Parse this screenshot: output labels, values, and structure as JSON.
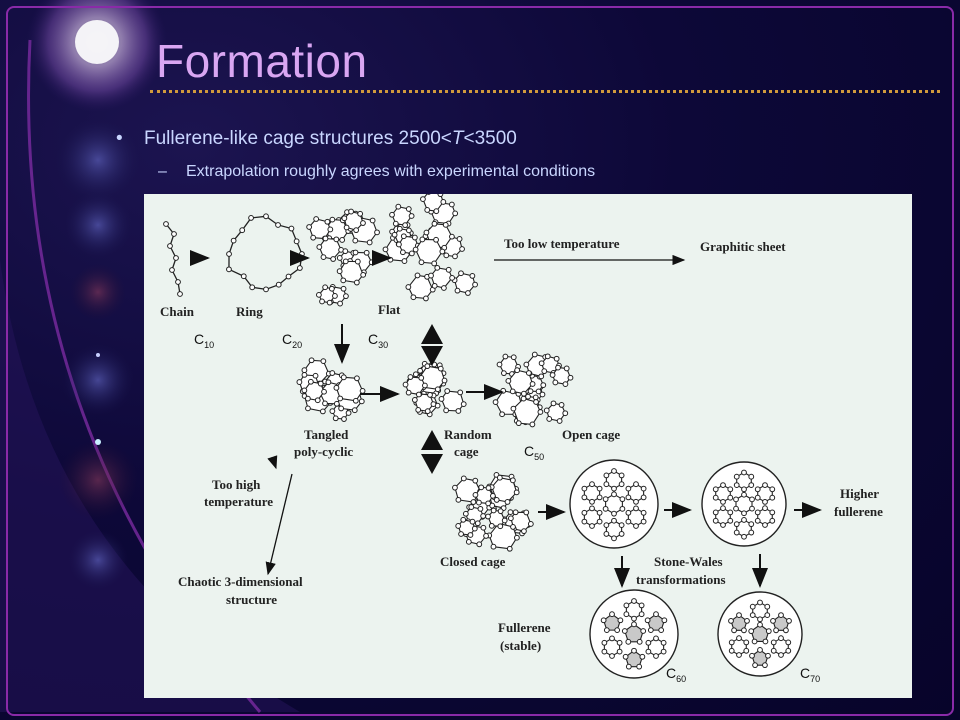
{
  "slide": {
    "title": "Formation",
    "bullet_main": "Fullerene-like cage structures  2500<",
    "bullet_main_var": "T",
    "bullet_main_tail": "<3500",
    "bullet_sub": "Extrapolation roughly agrees with experimental conditions"
  },
  "figure": {
    "chain": "Chain",
    "ring": "Ring",
    "flat": "Flat",
    "c10": "C10",
    "c20": "C20",
    "c30": "C30",
    "too_low": "Too low temperature",
    "graphitic_sheet": "Graphitic sheet",
    "tangled_1": "Tangled",
    "tangled_2": "poly-cyclic",
    "random_1": "Random",
    "random_2": "cage",
    "c50": "C50",
    "open_cage": "Open cage",
    "too_high_1": "Too high",
    "too_high_2": "temperature",
    "closed_cage": "Closed cage",
    "higher_1": "Higher",
    "higher_2": "fullerene",
    "chaotic_1": "Chaotic 3-dimensional",
    "chaotic_2": "structure",
    "stone_wales_1": "Stone-Wales",
    "stone_wales_2": "transformations",
    "fullerene_1": "Fullerene",
    "fullerene_2": "(stable)",
    "c60": "C60",
    "c70": "C70"
  }
}
